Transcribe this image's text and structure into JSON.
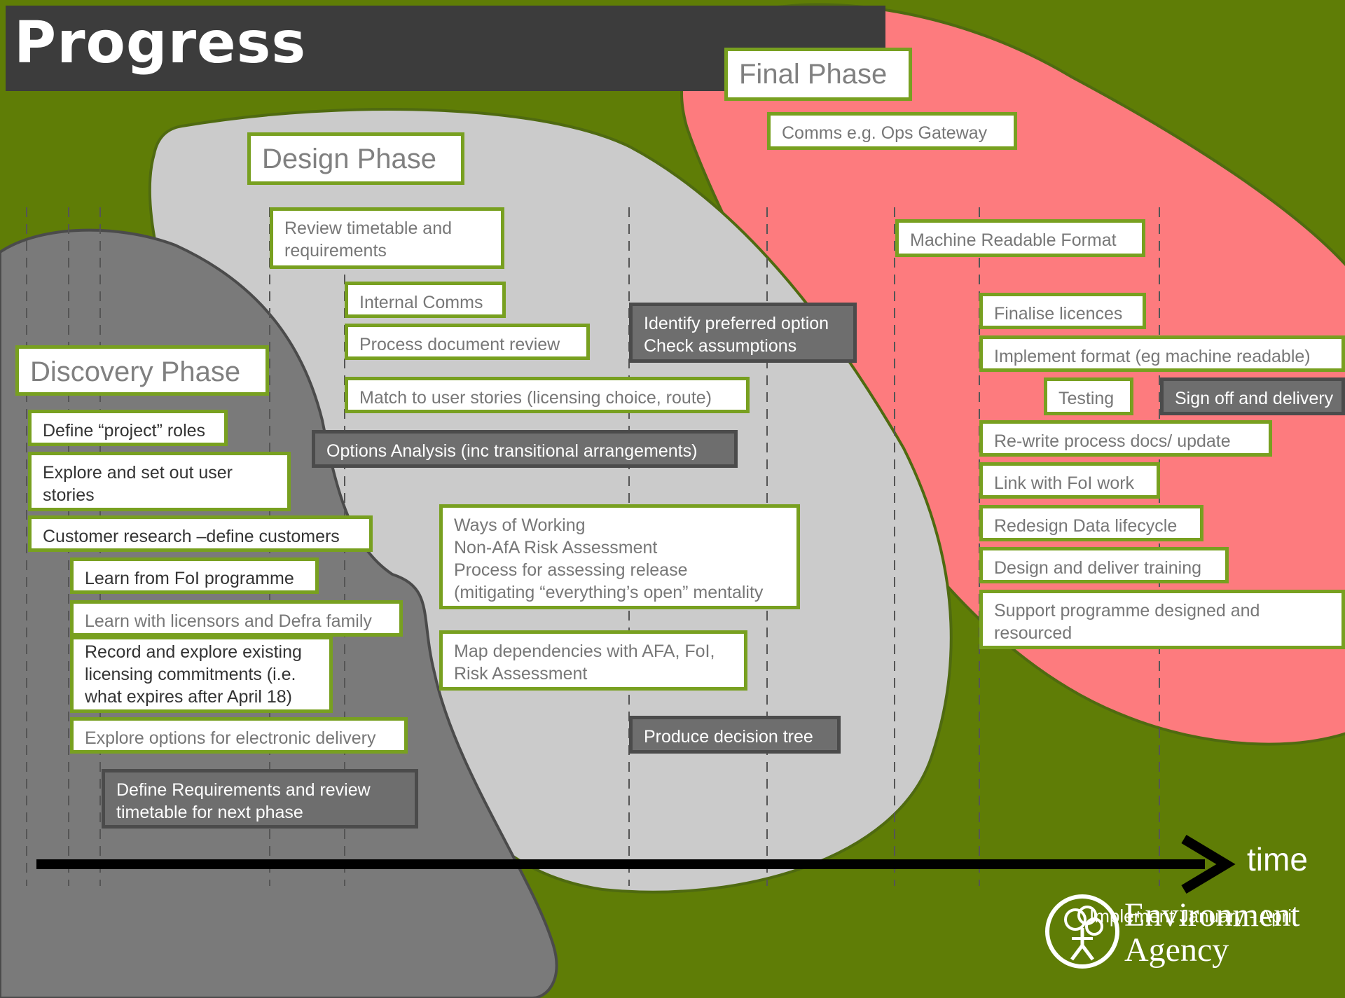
{
  "title": "Progress",
  "colors": {
    "background": "#5f7d06",
    "discovery_blob": "#7a7a7a",
    "design_blob": "#cbcbcb",
    "final_blob": "#fd7b7e",
    "box_border": "#78a020"
  },
  "phases": {
    "discovery": "Discovery Phase",
    "design": "Design Phase",
    "final": "Final Phase"
  },
  "discovery_items": [
    "Define “project” roles",
    "Explore and set out user stories",
    "Customer research –define customers",
    "Learn from FoI programme",
    "Learn with licensors and Defra family",
    "Record and explore existing licensing commitments (i.e. what expires after April 18)",
    "Explore options for electronic delivery",
    "Define Requirements and review timetable for next phase"
  ],
  "design_items": [
    "Review timetable and requirements",
    "Internal Comms",
    "Process document review",
    "Match to user stories (licensing choice, route)",
    "Options Analysis (inc transitional arrangements)",
    "Ways of Working\nNon-AfA Risk Assessment\nProcess for assessing release\n(mitigating “everything’s open” mentality",
    "Map dependencies with AFA, FoI, Risk Assessment",
    "Identify preferred option\nCheck assumptions",
    "Produce decision tree"
  ],
  "final_items": [
    "Comms e.g. Ops Gateway",
    "Machine Readable Format",
    "Finalise licences",
    "Implement format (eg machine readable)",
    "Testing",
    "Sign off and delivery",
    "Re-write process docs/ update",
    "Link with FoI work",
    "Redesign Data lifecycle",
    "Design and deliver training",
    "Support programme designed and resourced"
  ],
  "axis": {
    "label": "time"
  },
  "footer": {
    "implement_note": "Implement January - April",
    "logo_text_line1": "Environment",
    "logo_text_line2": "Agency",
    "logo_icon": "environment-agency-tree-icon"
  }
}
